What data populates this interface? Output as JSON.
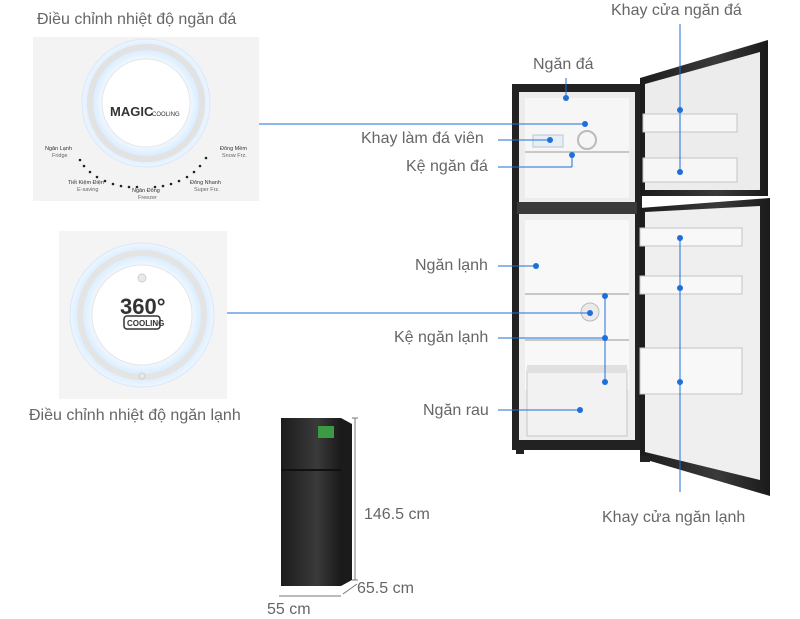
{
  "dial_freezer": {
    "title": "Điều chỉnh nhiệt độ ngăn đá",
    "brand_main": "MAGIC",
    "brand_sub": "COOLING",
    "settings": [
      {
        "name": "Ngăn Lạnh",
        "en": "Fridge"
      },
      {
        "name": "Tiết Kiệm Điện",
        "en": "E-saving"
      },
      {
        "name": "Ngăn Đông",
        "en": "Freezer"
      },
      {
        "name": "Đông Nhanh",
        "en": "Super Frz."
      },
      {
        "name": "Đông Mềm",
        "en": "Snow Frz."
      }
    ]
  },
  "dial_fridge": {
    "title": "Điều chỉnh nhiệt độ ngăn lạnh",
    "degree_text": "360°",
    "sub_text": "COOLING"
  },
  "callouts": {
    "freezer_door_tray": "Khay cửa ngăn đá",
    "freezer": "Ngăn đá",
    "ice_tray": "Khay làm đá viên",
    "freezer_shelf": "Kệ ngăn đá",
    "fridge": "Ngăn lạnh",
    "fridge_shelf": "Kệ ngăn lạnh",
    "crisper": "Ngăn rau",
    "fridge_door_tray": "Khay cửa ngăn lạnh"
  },
  "dimensions": {
    "height": "146.5 cm",
    "depth": "65.5 cm",
    "width": "55 cm"
  },
  "colors": {
    "leader_line": "#1e6fd9",
    "fridge_body": "#2b2b2b",
    "dial_glow": "#cfe6ff"
  }
}
